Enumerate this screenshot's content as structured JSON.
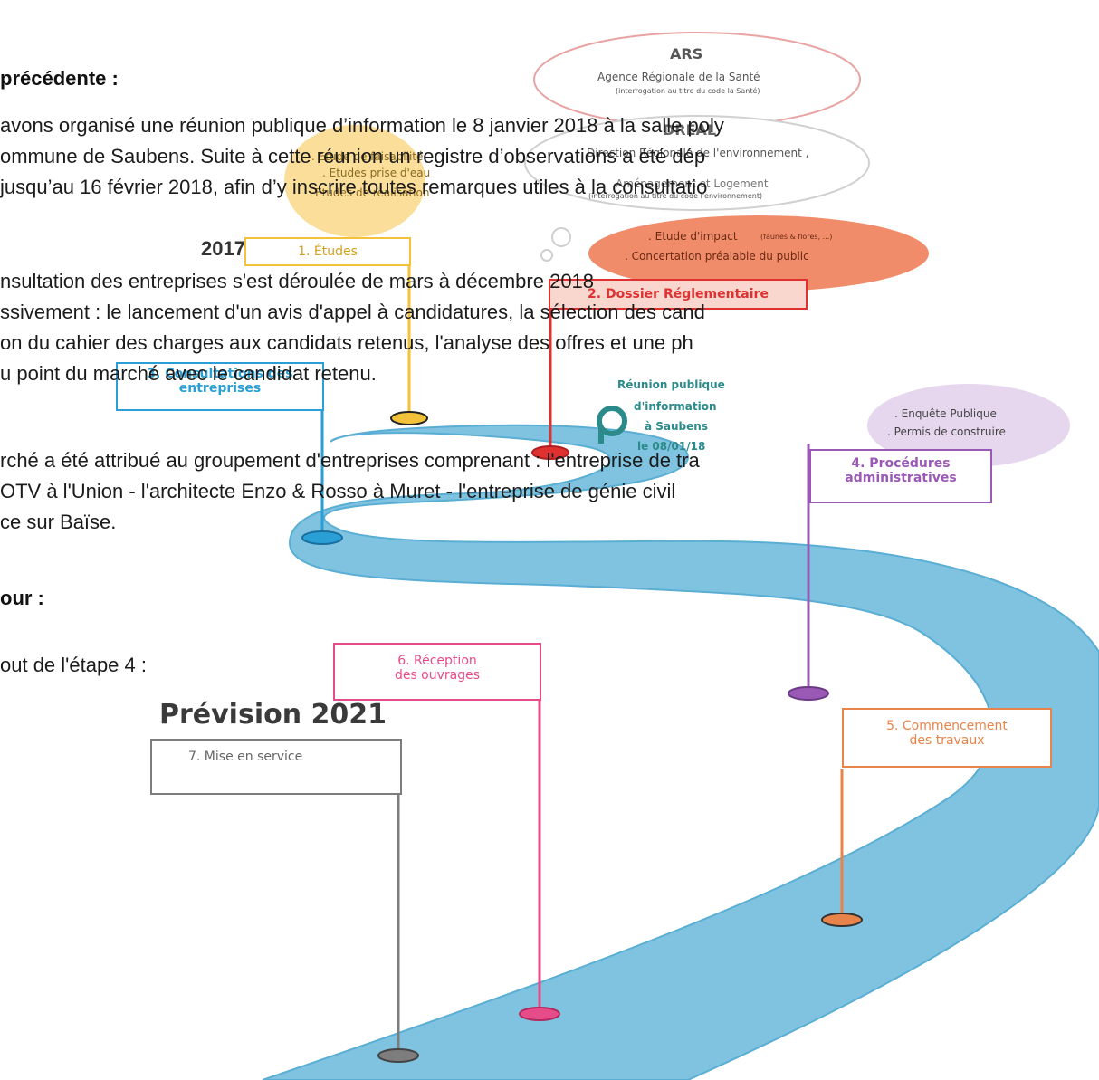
{
  "text": {
    "heading_previous": "précédente :",
    "body_lines": [
      "avons organisé une réunion publique d’information le 8 janvier 2018 à la salle poly",
      "ommune de Saubens. Suite à cette réunion un registre d’observations a été dép",
      "jusqu’au 16 février 2018, afin d’y inscrire toutes remarques utiles à la consultatio",
      "nsultation   des   entreprises   s'est   déroulée   de   mars   à   décembre   2018",
      "ssivement : le lancement d'un avis d'appel à candidatures, la sélection des cand",
      "on du cahier des charges aux candidats retenus, l'analyse des offres et une ph",
      "u point du marché avec le candidat retenu.",
      "rché a été attribué au groupement d'entreprises comprenant : l'entreprise de tra",
      "OTV à l'Union - l'architecte Enzo & Rosso à Muret - l'entreprise de génie civil",
      "ce sur Baïse."
    ],
    "heading_our": "our :",
    "etape_line": "out de l'étape 4 :"
  },
  "diagram": {
    "ars": {
      "title": "ARS",
      "subtitle": "Agence Régionale de la Santé",
      "note": "(interrogation au titre du code la Santé)"
    },
    "dreal": {
      "title": "DREAL",
      "subtitle": "Direction Régionale de l'environnement ,",
      "line2": "Aménagement et Logement",
      "note": "(interrogation au titre du code l'environnement)"
    },
    "impact": {
      "line1": ". Etude d'impact",
      "line1_note": "(faunes & flores, ...)",
      "line2": ". Concertation préalable du public"
    },
    "etudes_bubble": {
      "line1": ". Etude de faisabilité",
      "line2": ". Etudes prise d'eau",
      "line3": "Etudes de réalisation"
    },
    "enquete_bubble": {
      "line1": ". Enquête Publique",
      "line2": ". Permis de construire"
    },
    "year_2017": "2017",
    "prevision": "Prévision 2021",
    "reunion": {
      "line1": "Réunion publique",
      "line2": "d'information",
      "line3": "à Saubens",
      "line4": "le 08/01/18"
    },
    "steps": [
      {
        "label": "1. Études",
        "color": "#f3c23a"
      },
      {
        "label": "2. Dossier Réglementaire",
        "color": "#e03131"
      },
      {
        "label": "3. Consultations des",
        "label2": "entreprises",
        "color": "#2a9fd6"
      },
      {
        "label": "4. Procédures",
        "label2": "administratives",
        "color": "#9b59b6"
      },
      {
        "label": "5. Commencement",
        "label2": "des travaux",
        "color": "#e8844a"
      },
      {
        "label": "6. Réception",
        "label2": "des ouvrages",
        "color": "#e64c8a"
      },
      {
        "label": "7. Mise en service",
        "color": "#7d7d7d"
      }
    ],
    "colors": {
      "road": "#7fc3e0",
      "road_edge": "#5aaed4",
      "pin": "#2b8a8a",
      "ars_oval": "#e9a3a3",
      "impact_fill": "#f08c6a",
      "etudes_fill": "#fbd88a",
      "enquete_fill": "#e6d7ee"
    }
  }
}
